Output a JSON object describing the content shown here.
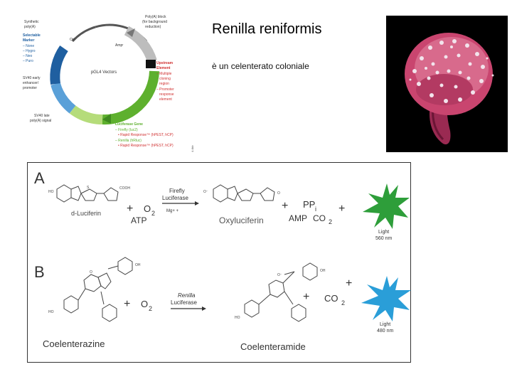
{
  "slide": {
    "title": "Renilla reniformis",
    "subtitle": "è un celenterato coloniale"
  },
  "vector": {
    "center_label": "pGL4 Vectors",
    "labels": {
      "ori": "Ori",
      "synthetic": [
        "Synthetic",
        "poly(A)"
      ],
      "selectable_title": [
        "Selectable",
        "Marker"
      ],
      "selectable_items": [
        "– None",
        "– Hygro",
        "– Neo",
        "– Puro"
      ],
      "sv40": [
        "SV40 early",
        "enhancer/",
        "promoter"
      ],
      "sv40_late": [
        "SV40 late",
        "poly(A) signal"
      ],
      "amp": "Ampʳ",
      "polya_block": [
        "Poly(A) block",
        "(for background",
        "reduction)"
      ],
      "upstream_title": [
        "Upstream",
        "Element"
      ],
      "upstream_items": [
        "– Multiple",
        "cloning",
        "region",
        "– Promoter",
        "response",
        "element"
      ],
      "luciferase_title": "Luciferase Gene",
      "luciferase_items": [
        "– Firefly (luc2)",
        "• Rapid Response™ (hPEST, hCP)",
        "– Renilla (hRluc)",
        "• Rapid Response™ (hPEST, hCP)"
      ],
      "side_note": "4.4kb"
    },
    "colors": {
      "selectable": "#1f5fa0",
      "sv40": "#5aa0d8",
      "sv40_late": "#b5dc7a",
      "luciferase": "#5eb02e",
      "upstream": "#111111",
      "amp": "#bdbdbd",
      "ring": "#555555",
      "luciferase_text": "#5eb02e",
      "upstream_text": "#d03030"
    }
  },
  "reactions": {
    "panel_a": {
      "letter": "A",
      "substrate": "d-Luciferin",
      "plus1": "+",
      "o2": "O",
      "o2_sub": "2",
      "atp": "ATP",
      "enzyme": [
        "Firefly",
        "Luciferase"
      ],
      "cofactor": "Mg+ +",
      "product": "Oxyluciferin",
      "ppi": "PP",
      "ppi_sub": "i",
      "plus2": "+",
      "amp": "AMP",
      "co2": "CO",
      "co2_sub": "2",
      "plus3": "+",
      "light": "Light",
      "wavelength": "560 nm",
      "star_color": "#2e9e3a"
    },
    "panel_b": {
      "letter": "B",
      "substrate": "Coelenterazine",
      "plus1": "+",
      "o2": "O",
      "o2_sub": "2",
      "enzyme": [
        "Renilla",
        "Luciferase"
      ],
      "product": "Coelenteramide",
      "plus2": "+",
      "co2": "CO",
      "co2_sub": "2",
      "plus3": "+",
      "light": "Light",
      "wavelength": "480 nm",
      "star_color": "#2a9ed8"
    }
  }
}
